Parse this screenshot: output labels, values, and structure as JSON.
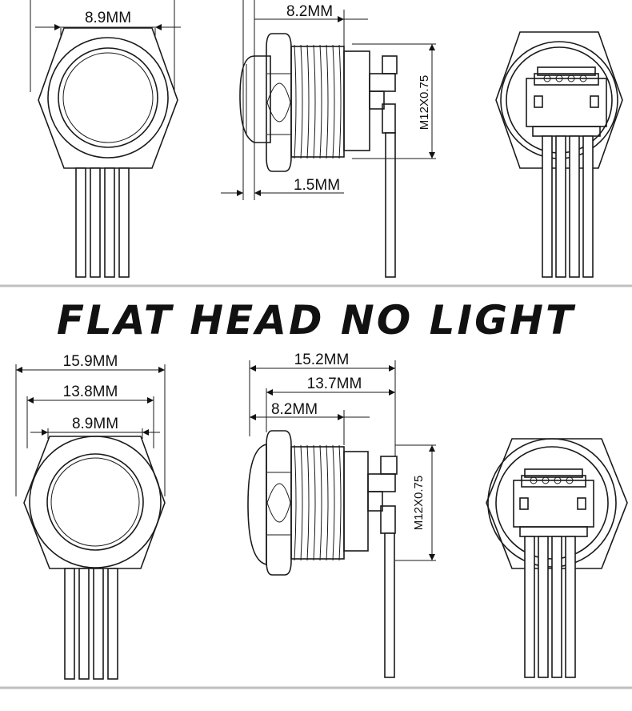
{
  "section_title": "FLAT HEAD NO LIGHT",
  "top": {
    "front_diameter": "8.9MM",
    "side_length": "8.2MM",
    "side_flange": "1.5MM",
    "thread": "M12X0.75"
  },
  "bottom": {
    "front_outer": "15.9MM",
    "front_middle": "13.8MM",
    "front_inner": "8.9MM",
    "side_total": "15.2MM",
    "side_body": "13.7MM",
    "side_thread_len": "8.2MM",
    "thread": "M12X0.75"
  }
}
